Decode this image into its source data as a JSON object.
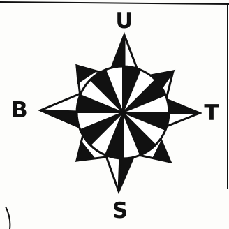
{
  "compass": {
    "labels": {
      "north": "U",
      "south": "S",
      "east": "T",
      "west": "B"
    }
  },
  "colors": {
    "ink": "#111111",
    "paper": "#fdfdfb"
  }
}
